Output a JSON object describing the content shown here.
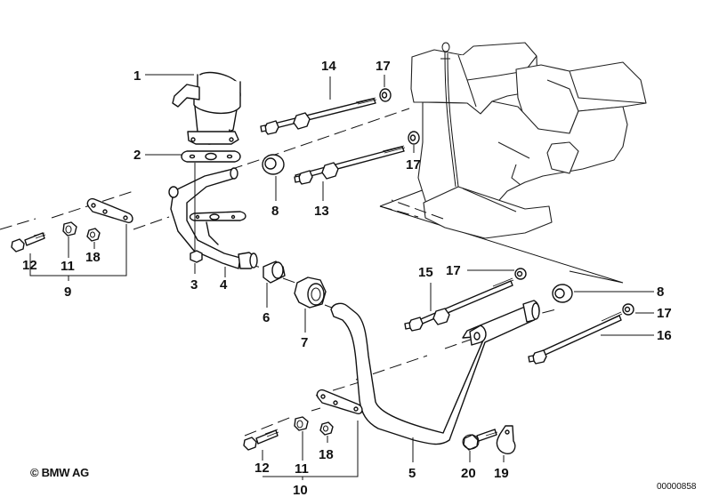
{
  "diagram": {
    "title": "Secondary air injection valve and pipe assembly",
    "copyright": "© BMW AG",
    "document_number": "00000858",
    "callouts": [
      {
        "id": "1",
        "part": "secondary-air-valve"
      },
      {
        "id": "2",
        "part": "gasket"
      },
      {
        "id": "3",
        "part": "hex-nut"
      },
      {
        "id": "4",
        "part": "air-pipe-upper"
      },
      {
        "id": "5",
        "part": "air-pipe-lower"
      },
      {
        "id": "6",
        "part": "sleeve"
      },
      {
        "id": "7",
        "part": "union-nut"
      },
      {
        "id": "8",
        "part": "bushing"
      },
      {
        "id": "8",
        "part": "bushing"
      },
      {
        "id": "9",
        "part": "bracket-set"
      },
      {
        "id": "10",
        "part": "bracket-set"
      },
      {
        "id": "11",
        "part": "spacer"
      },
      {
        "id": "11",
        "part": "spacer"
      },
      {
        "id": "12",
        "part": "hex-bolt"
      },
      {
        "id": "12",
        "part": "hex-bolt"
      },
      {
        "id": "13",
        "part": "stud-bolt"
      },
      {
        "id": "14",
        "part": "stud-bolt"
      },
      {
        "id": "15",
        "part": "stud-bolt"
      },
      {
        "id": "16",
        "part": "stud-bolt"
      },
      {
        "id": "17",
        "part": "washer"
      },
      {
        "id": "17",
        "part": "washer"
      },
      {
        "id": "17",
        "part": "washer"
      },
      {
        "id": "17",
        "part": "washer"
      },
      {
        "id": "18",
        "part": "nut"
      },
      {
        "id": "18",
        "part": "nut"
      },
      {
        "id": "19",
        "part": "clamp"
      },
      {
        "id": "20",
        "part": "collar-bolt"
      }
    ]
  }
}
